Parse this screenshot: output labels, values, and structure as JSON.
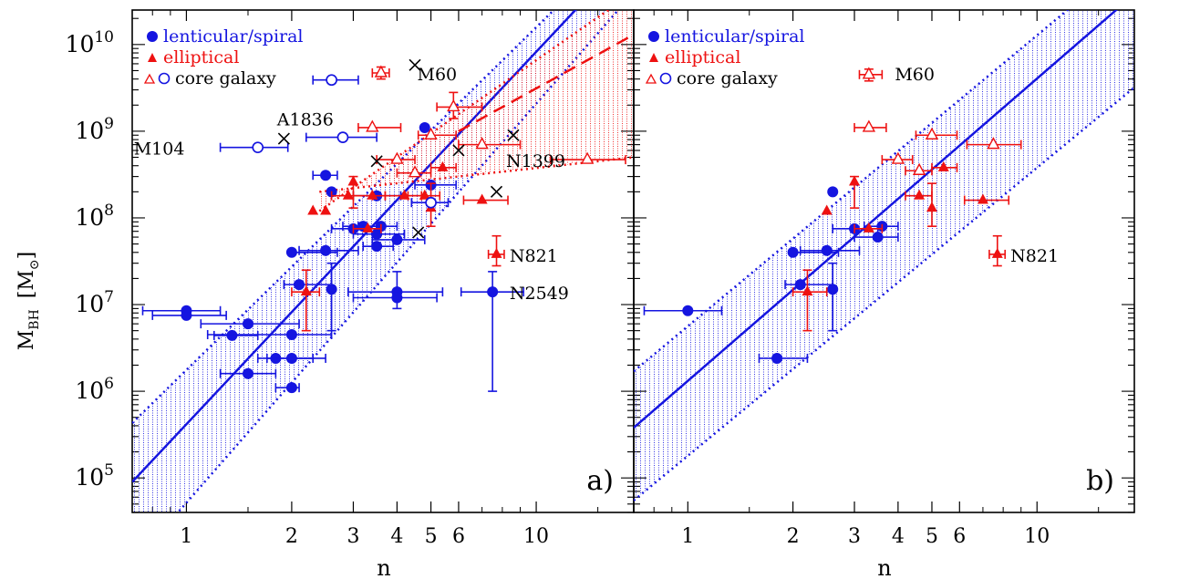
{
  "figure": {
    "ylabel_main": "M",
    "ylabel_sub": "BH",
    "ylabel_unit": "[M",
    "ylabel_unit_sub": "⊙",
    "ylabel_close": "]",
    "xlabel": "n"
  },
  "colors": {
    "blue": "#1515e0",
    "red": "#ee1111",
    "black": "#000000"
  },
  "legend": {
    "lenticular": "lenticular/spiral",
    "elliptical": "elliptical",
    "core": "core galaxy"
  },
  "chart_data": [
    {
      "type": "scatter",
      "panel_label": "a)",
      "xscale": "log",
      "yscale": "log",
      "xlim": [
        0.7,
        19.0
      ],
      "ylim": [
        40000,
        25000000000
      ],
      "xticks": [
        1,
        2,
        3,
        4,
        5,
        6,
        10
      ],
      "yticks": [
        "10^5",
        "10^6",
        "10^7",
        "10^8",
        "10^9",
        "10^10"
      ],
      "xlabel": "n",
      "ylabel": "M_BH [M_⊙]",
      "legend_position": "top-left",
      "annotations": [
        {
          "text": "M60",
          "x": 4.2,
          "y": 4700000000
        },
        {
          "text": "A1836",
          "x": 2.2,
          "y": 2200000000
        },
        {
          "text": "M104",
          "x": 1.0,
          "y": 650000000
        },
        {
          "text": "N1399",
          "x": 8.2,
          "y": 470000000
        },
        {
          "text": "N821",
          "x": 8.0,
          "y": 38000000
        },
        {
          "text": "N2549",
          "x": 8.0,
          "y": 14000000
        }
      ],
      "series": [
        {
          "name": "lenticular/spiral",
          "marker": "filled-circle",
          "color": "#1515e0",
          "points": [
            {
              "x": 1.0,
              "y": 8500000,
              "xerr": [
                0.75,
                1.25
              ]
            },
            {
              "x": 1.0,
              "y": 7500000,
              "xerr": [
                0.8,
                1.3
              ]
            },
            {
              "x": 1.35,
              "y": 4400000,
              "xerr": [
                1.2,
                1.6
              ]
            },
            {
              "x": 1.5,
              "y": 6000000,
              "xerr": [
                1.1,
                2.1
              ]
            },
            {
              "x": 1.5,
              "y": 1600000,
              "xerr": [
                1.25,
                1.8
              ]
            },
            {
              "x": 1.8,
              "y": 2400000,
              "xerr": [
                1.6,
                2.3
              ]
            },
            {
              "x": 2.0,
              "y": 4500000,
              "xerr": [
                1.15,
                2.6
              ]
            },
            {
              "x": 2.0,
              "y": 2400000,
              "xerr": [
                1.7,
                2.5
              ]
            },
            {
              "x": 2.0,
              "y": 1100000,
              "xerr": [
                1.8,
                2.1
              ]
            },
            {
              "x": 2.0,
              "y": 40000000,
              "xerr": [
                2.0,
                2.7
              ]
            },
            {
              "x": 2.1,
              "y": 17000000,
              "xerr": [
                1.9,
                2.6
              ]
            },
            {
              "x": 2.5,
              "y": 310000000,
              "xerr": [
                2.3,
                2.7
              ]
            },
            {
              "x": 2.6,
              "y": 200000000
            },
            {
              "x": 2.6,
              "y": 15000000,
              "yerr": [
                5000000,
                30000000
              ]
            },
            {
              "x": 2.5,
              "y": 42000000,
              "xerr": [
                2.1,
                3.1
              ]
            },
            {
              "x": 3.0,
              "y": 75000000,
              "xerr": [
                2.6,
                3.5
              ]
            },
            {
              "x": 3.2,
              "y": 80000000,
              "xerr": [
                2.8,
                3.6
              ]
            },
            {
              "x": 3.5,
              "y": 65000000,
              "xerr": [
                3.0,
                4.2
              ]
            },
            {
              "x": 3.5,
              "y": 180000000,
              "xerr": [
                3.0,
                4.1
              ]
            },
            {
              "x": 3.5,
              "y": 47000000,
              "xerr": [
                3.2,
                3.9
              ]
            },
            {
              "x": 3.6,
              "y": 80000000,
              "xerr": [
                3.1,
                4.0
              ]
            },
            {
              "x": 4.0,
              "y": 56000000,
              "xerr": [
                3.4,
                4.8
              ]
            },
            {
              "x": 4.0,
              "y": 14000000,
              "xerr": [
                2.9,
                5.4
              ],
              "yerr": [
                9000000,
                24000000
              ]
            },
            {
              "x": 4.0,
              "y": 12000000,
              "xerr": [
                3.0,
                5.2
              ]
            },
            {
              "x": 4.8,
              "y": 1100000000
            },
            {
              "x": 5.0,
              "y": 240000000,
              "xerr": [
                4.5,
                5.9
              ]
            },
            {
              "x": 7.5,
              "y": 14000000,
              "xerr": [
                6.1,
                9.2
              ],
              "yerr": [
                1000000,
                24000000
              ]
            }
          ]
        },
        {
          "name": "elliptical",
          "marker": "filled-triangle",
          "color": "#ee1111",
          "points": [
            {
              "x": 2.2,
              "y": 14000000,
              "xerr": [
                2.0,
                2.4
              ],
              "yerr": [
                5000000,
                25000000
              ]
            },
            {
              "x": 2.3,
              "y": 120000000
            },
            {
              "x": 2.5,
              "y": 120000000
            },
            {
              "x": 2.9,
              "y": 180000000,
              "xerr": [
                2.6,
                3.4
              ]
            },
            {
              "x": 3.0,
              "y": 260000000,
              "yerr": [
                130000000,
                300000000
              ]
            },
            {
              "x": 3.4,
              "y": 180000000,
              "xerr": [
                3.0,
                3.7
              ]
            },
            {
              "x": 3.3,
              "y": 75000000,
              "xerr": [
                3.0,
                3.6
              ]
            },
            {
              "x": 4.2,
              "y": 180000000,
              "xerr": [
                3.7,
                4.7
              ]
            },
            {
              "x": 4.8,
              "y": 180000000,
              "xerr": [
                4.3,
                5.3
              ]
            },
            {
              "x": 5.0,
              "y": 130000000,
              "yerr": [
                80000000,
                250000000
              ]
            },
            {
              "x": 5.4,
              "y": 380000000,
              "xerr": [
                5.0,
                5.9
              ]
            },
            {
              "x": 7.0,
              "y": 160000000,
              "xerr": [
                6.2,
                8.3
              ]
            },
            {
              "x": 7.7,
              "y": 38000000,
              "xerr": [
                7.3,
                8.1
              ],
              "yerr": [
                28000000,
                62000000
              ]
            }
          ]
        },
        {
          "name": "core galaxy",
          "marker": "open",
          "color": "#ee1111",
          "points": [
            {
              "x": 3.4,
              "y": 1100000000,
              "xerr": [
                3.1,
                4.1
              ]
            },
            {
              "x": 3.6,
              "y": 4700000000,
              "xerr": [
                3.4,
                3.8
              ],
              "yerr": [
                4000000000,
                5500000000
              ]
            },
            {
              "x": 4.0,
              "y": 470000000,
              "xerr": [
                3.5,
                4.5
              ]
            },
            {
              "x": 4.5,
              "y": 330000000,
              "xerr": [
                4.0,
                5.0
              ]
            },
            {
              "x": 5.0,
              "y": 900000000,
              "xerr": [
                4.6,
                5.9
              ]
            },
            {
              "x": 5.8,
              "y": 1900000000,
              "xerr": [
                5.2,
                7.0
              ],
              "yerr": [
                1400000000,
                2800000000
              ]
            },
            {
              "x": 7.0,
              "y": 700000000,
              "xerr": [
                6.0,
                9.0
              ]
            },
            {
              "x": 14.0,
              "y": 470000000,
              "xerr": [
                11.0,
                18.0
              ]
            },
            {
              "x": 2.8,
              "y": 850000000,
              "xerr": [
                2.2,
                3.5
              ],
              "color": "#1515e0"
            },
            {
              "x": 1.6,
              "y": 650000000,
              "xerr": [
                1.25,
                1.95
              ],
              "color": "#1515e0"
            },
            {
              "x": 2.6,
              "y": 3900000000,
              "xerr": [
                2.3,
                3.1
              ],
              "color": "#1515e0"
            },
            {
              "x": 5.0,
              "y": 150000000,
              "xerr": [
                4.4,
                5.6
              ],
              "color": "#1515e0"
            }
          ]
        },
        {
          "name": "crosses",
          "marker": "cross",
          "color": "#000000",
          "points": [
            {
              "x": 1.9,
              "y": 820000000
            },
            {
              "x": 3.5,
              "y": 450000000
            },
            {
              "x": 4.5,
              "y": 5800000000
            },
            {
              "x": 4.6,
              "y": 68000000
            },
            {
              "x": 6.0,
              "y": 600000000
            },
            {
              "x": 7.7,
              "y": 200000000
            },
            {
              "x": 8.6,
              "y": 900000000
            }
          ]
        }
      ],
      "fits": [
        {
          "style": "solid",
          "color": "#1515e0",
          "points": [
            [
              0.7,
              90000
            ],
            [
              19,
              130000000000
            ]
          ]
        },
        {
          "style": "dotted-band",
          "color": "#1515e0",
          "upper": [
            [
              0.7,
              430000
            ],
            [
              19,
              200000000000
            ]
          ],
          "lower": [
            [
              0.7,
              10000
            ],
            [
              19,
              40000000000
            ]
          ]
        },
        {
          "style": "dashed",
          "color": "#ee1111",
          "points": [
            [
              6.0,
              1000000000
            ],
            [
              19,
              13000000000
            ]
          ]
        },
        {
          "style": "dotted-band",
          "color": "#ee1111",
          "upper": [
            [
              2.4,
              120000000
            ],
            [
              19,
              40000000000
            ]
          ],
          "lower": [
            [
              2.4,
              200000000
            ],
            [
              19,
              500000000
            ]
          ]
        }
      ]
    },
    {
      "type": "scatter",
      "panel_label": "b)",
      "xscale": "log",
      "yscale": "log",
      "xlim": [
        0.7,
        19.0
      ],
      "ylim": [
        40000,
        25000000000
      ],
      "xticks": [
        1,
        2,
        3,
        4,
        5,
        6,
        10
      ],
      "xlabel": "n",
      "legend_position": "top-left",
      "annotations": [
        {
          "text": "M60",
          "x": 3.6,
          "y": 4700000000
        },
        {
          "text": "N821",
          "x": 8.0,
          "y": 38000000
        }
      ],
      "series": [
        {
          "name": "lenticular/spiral",
          "marker": "filled-circle",
          "color": "#1515e0",
          "points": [
            {
              "x": 1.0,
              "y": 8500000,
              "xerr": [
                0.75,
                1.25
              ]
            },
            {
              "x": 1.8,
              "y": 2400000,
              "xerr": [
                1.6,
                2.2
              ]
            },
            {
              "x": 2.0,
              "y": 40000000,
              "xerr": [
                2.0,
                2.7
              ]
            },
            {
              "x": 2.1,
              "y": 17000000,
              "xerr": [
                1.9,
                2.6
              ]
            },
            {
              "x": 2.5,
              "y": 42000000,
              "xerr": [
                2.1,
                3.1
              ]
            },
            {
              "x": 2.6,
              "y": 200000000
            },
            {
              "x": 2.6,
              "y": 15000000,
              "yerr": [
                5000000,
                30000000
              ]
            },
            {
              "x": 3.0,
              "y": 75000000,
              "xerr": [
                2.6,
                3.5
              ]
            },
            {
              "x": 3.5,
              "y": 60000000,
              "xerr": [
                3.0,
                4.0
              ]
            },
            {
              "x": 3.6,
              "y": 80000000,
              "xerr": [
                3.2,
                4.0
              ]
            }
          ]
        },
        {
          "name": "elliptical",
          "marker": "filled-triangle",
          "color": "#ee1111",
          "points": [
            {
              "x": 2.2,
              "y": 14000000,
              "xerr": [
                2.0,
                2.5
              ],
              "yerr": [
                5000000,
                25000000
              ]
            },
            {
              "x": 2.5,
              "y": 120000000
            },
            {
              "x": 3.0,
              "y": 260000000,
              "yerr": [
                130000000,
                300000000
              ]
            },
            {
              "x": 3.3,
              "y": 75000000,
              "xerr": [
                3.0,
                3.6
              ]
            },
            {
              "x": 4.6,
              "y": 180000000,
              "xerr": [
                4.2,
                5.0
              ]
            },
            {
              "x": 5.0,
              "y": 130000000,
              "yerr": [
                80000000,
                250000000
              ]
            },
            {
              "x": 5.4,
              "y": 380000000,
              "xerr": [
                5.0,
                5.9
              ]
            },
            {
              "x": 7.0,
              "y": 160000000,
              "xerr": [
                6.2,
                8.3
              ]
            },
            {
              "x": 7.7,
              "y": 38000000,
              "xerr": [
                7.3,
                8.1
              ],
              "yerr": [
                28000000,
                62000000
              ]
            }
          ]
        },
        {
          "name": "core galaxy",
          "marker": "open",
          "color": "#ee1111",
          "points": [
            {
              "x": 3.3,
              "y": 1100000000,
              "xerr": [
                3.0,
                3.7
              ]
            },
            {
              "x": 3.3,
              "y": 4500000000,
              "xerr": [
                3.1,
                3.6
              ],
              "yerr": [
                3800000000,
                5200000000
              ]
            },
            {
              "x": 4.0,
              "y": 470000000,
              "xerr": [
                3.6,
                4.4
              ]
            },
            {
              "x": 4.6,
              "y": 350000000,
              "xerr": [
                4.2,
                5.0
              ]
            },
            {
              "x": 5.0,
              "y": 900000000,
              "xerr": [
                4.5,
                5.9
              ]
            },
            {
              "x": 7.5,
              "y": 700000000,
              "xerr": [
                6.3,
                9.0
              ]
            }
          ]
        }
      ],
      "fits": [
        {
          "style": "solid",
          "color": "#1515e0",
          "points": [
            [
              0.7,
              380000
            ],
            [
              19,
              38000000000
            ]
          ]
        },
        {
          "style": "dotted-band",
          "color": "#1515e0",
          "upper": [
            [
              0.7,
              1700000
            ],
            [
              19,
              110000000000
            ]
          ],
          "lower": [
            [
              0.7,
              55000
            ],
            [
              19,
              3200000000
            ]
          ]
        }
      ]
    }
  ]
}
